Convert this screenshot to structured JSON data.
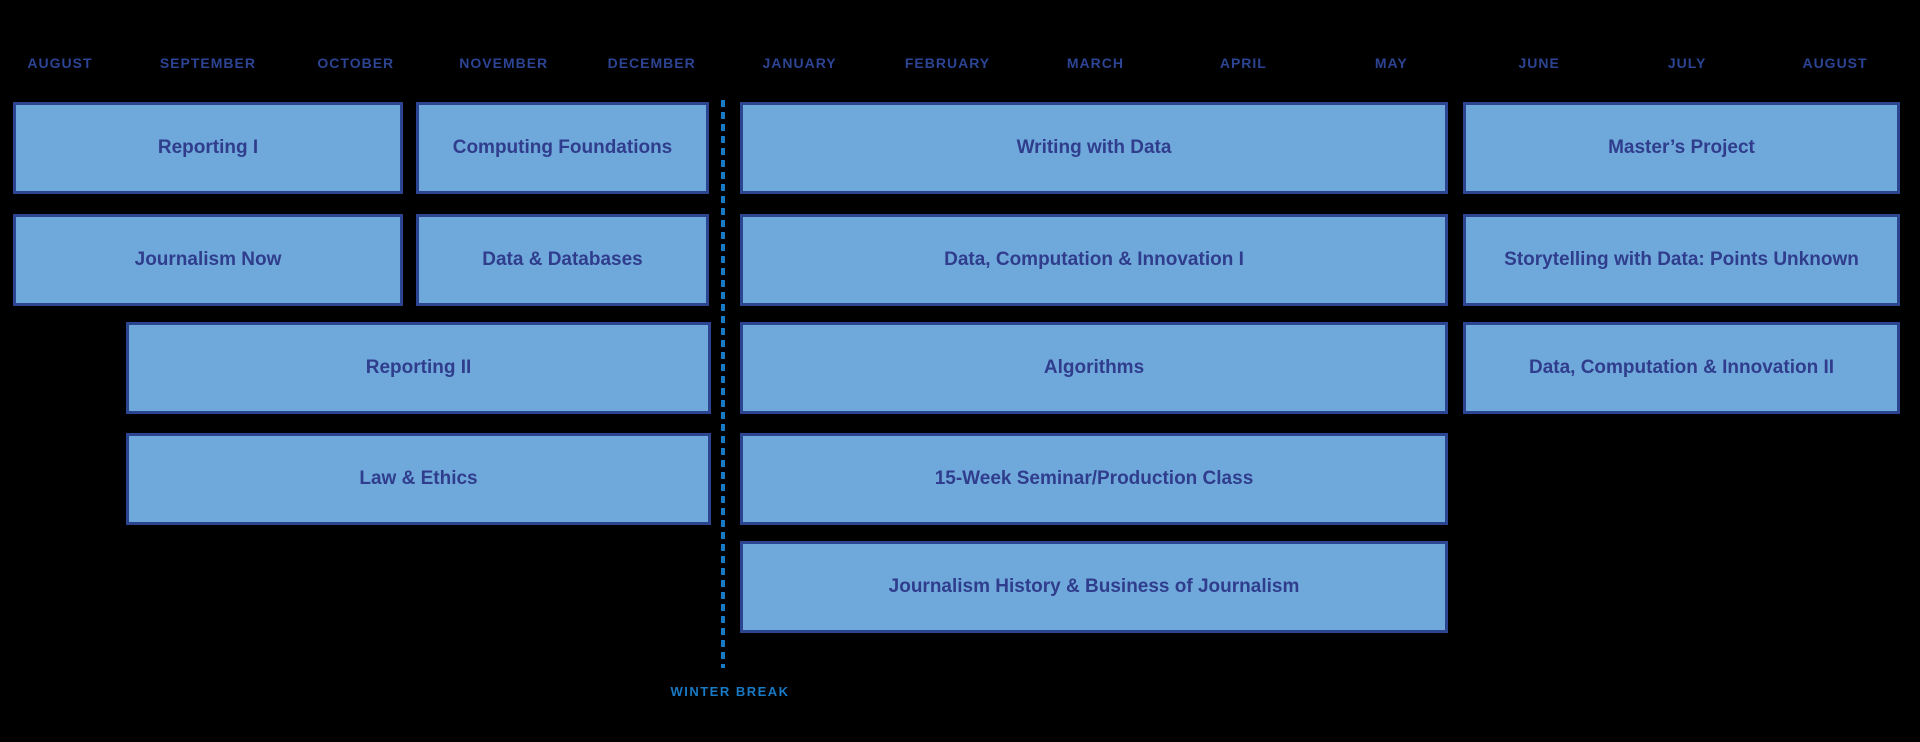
{
  "colors": {
    "background": "#000000",
    "bar_fill": "#6FA9DC",
    "bar_border": "#2B4590",
    "bar_text": "#2F3D8C",
    "month_text": "#2C4493",
    "winter_break_accent": "#1879C4"
  },
  "timeline": {
    "months": [
      "AUGUST",
      "SEPTEMBER",
      "OCTOBER",
      "NOVEMBER",
      "DECEMBER",
      "JANUARY",
      "FEBRUARY",
      "MARCH",
      "APRIL",
      "MAY",
      "JUNE",
      "JULY",
      "AUGUST"
    ],
    "winter_break_label": "WINTER BREAK"
  },
  "courses": {
    "rows": [
      {
        "bars": [
          {
            "label": "Reporting I",
            "start": "August",
            "end": "October"
          },
          {
            "label": "Computing Foundations",
            "start": "November",
            "end": "December"
          },
          {
            "label": "Writing with Data",
            "start": "January",
            "end": "May"
          },
          {
            "label": "Master’s Project",
            "start": "June",
            "end": "August"
          }
        ]
      },
      {
        "bars": [
          {
            "label": "Journalism Now",
            "start": "August",
            "end": "October"
          },
          {
            "label": "Data & Databases",
            "start": "November",
            "end": "December"
          },
          {
            "label": "Data, Computation & Innovation I",
            "start": "January",
            "end": "May"
          },
          {
            "label": "Storytelling with Data: Points Unknown",
            "start": "June",
            "end": "August"
          }
        ]
      },
      {
        "bars": [
          {
            "label": "Reporting II",
            "start": "September",
            "end": "December"
          },
          {
            "label": "Algorithms",
            "start": "January",
            "end": "May"
          },
          {
            "label": "Data, Computation & Innovation II",
            "start": "June",
            "end": "August"
          }
        ]
      },
      {
        "bars": [
          {
            "label": "Law & Ethics",
            "start": "September",
            "end": "December"
          },
          {
            "label": "15-Week Seminar/Production Class",
            "start": "January",
            "end": "May"
          }
        ]
      },
      {
        "bars": [
          {
            "label": "Journalism History & Business of Journalism",
            "start": "January",
            "end": "May"
          }
        ]
      }
    ]
  }
}
